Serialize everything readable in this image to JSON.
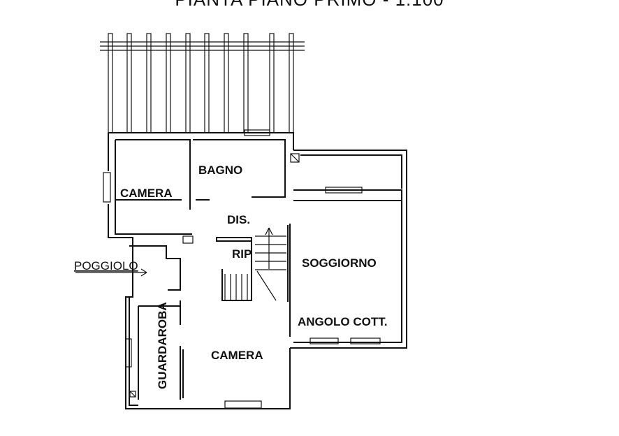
{
  "title": "PIANTA PIANO PRIMO - 1:100",
  "rooms": {
    "camera_nw": "CAMERA",
    "bagno": "BAGNO",
    "dis": "DIS.",
    "rip": "RIP",
    "soggiorno": "SOGGIORNO",
    "angolo_cott": "ANGOLO COTT.",
    "camera_s": "CAMERA",
    "guardaroba": "GUARDAROBA"
  },
  "poggiolo": "POGGIOLO"
}
